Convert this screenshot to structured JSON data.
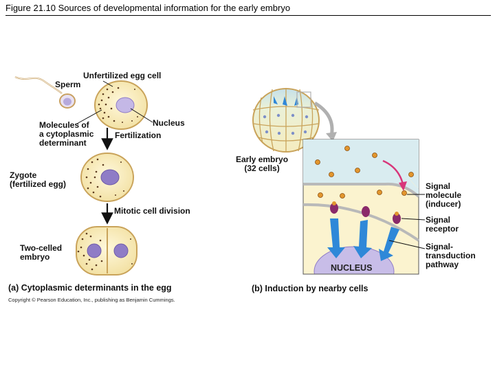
{
  "title": "Figure 21.10  Sources of developmental information for the early embryo",
  "panel_a": {
    "unfertilized_egg_cell": "Unfertilized egg cell",
    "sperm": "Sperm",
    "molecules": "Molecules of\na cytoplasmic\ndeterminant",
    "nucleus": "Nucleus",
    "fertilization": "Fertilization",
    "zygote": "Zygote\n(fertilized egg)",
    "mitotic": "Mitotic cell division",
    "two_celled": "Two-celled\nembryo",
    "caption": "(a) Cytoplasmic determinants in the egg"
  },
  "panel_b": {
    "early_embryo": "Early embryo\n(32 cells)",
    "signal_molecule": "Signal\nmolecule\n(inducer)",
    "signal_receptor": "Signal\nreceptor",
    "signal_transduction": "Signal-\ntransduction\npathway",
    "nucleus": "NUCLEUS",
    "caption": "(b) Induction by nearby cells"
  },
  "copyright": "Copyright © Pearson Education, Inc., publishing as Benjamin Cummings.",
  "colors": {
    "egg_fill": "#fbf0c8",
    "egg_stroke": "#c9a35a",
    "nucleus_fill": "#b6a9dc",
    "zygote_nucleus": "#8f7cc6",
    "determinant_dot": "#5c3a1e",
    "inducer": "#e2962e",
    "receptor": "#8a2a6a",
    "arrow_blue": "#2f88d8",
    "arrow_pink": "#d8367a",
    "cell_inner": "#f5ecbf",
    "cell_top": "#c7e1ea",
    "arrow_gray": "#b0b0b0"
  }
}
